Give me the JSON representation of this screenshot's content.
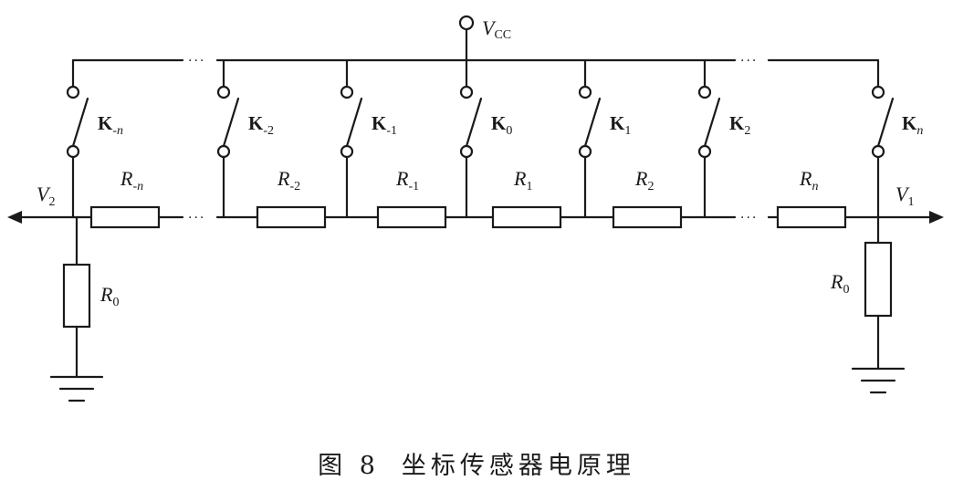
{
  "supply_label": {
    "main": "V",
    "sub": "CC"
  },
  "output_left": {
    "main": "V",
    "sub": "2"
  },
  "output_right": {
    "main": "V",
    "sub": "1"
  },
  "ellipsis": "···",
  "switches": [
    {
      "main": "K",
      "sub": "-n"
    },
    {
      "main": "K",
      "sub": "-2"
    },
    {
      "main": "K",
      "sub": "-1"
    },
    {
      "main": "K",
      "sub": "0"
    },
    {
      "main": "K",
      "sub": "1"
    },
    {
      "main": "K",
      "sub": "2"
    },
    {
      "main": "K",
      "sub": "n"
    }
  ],
  "resistors": [
    {
      "main": "R",
      "sub": "-n"
    },
    {
      "main": "R",
      "sub": "-2"
    },
    {
      "main": "R",
      "sub": "-1"
    },
    {
      "main": "R",
      "sub": "1"
    },
    {
      "main": "R",
      "sub": "2"
    },
    {
      "main": "R",
      "sub": "n"
    }
  ],
  "load_resistors": [
    {
      "main": "R",
      "sub": "0"
    },
    {
      "main": "R",
      "sub": "0"
    }
  ],
  "caption": {
    "figure": "图 8",
    "title": "坐标传感器电原理"
  }
}
